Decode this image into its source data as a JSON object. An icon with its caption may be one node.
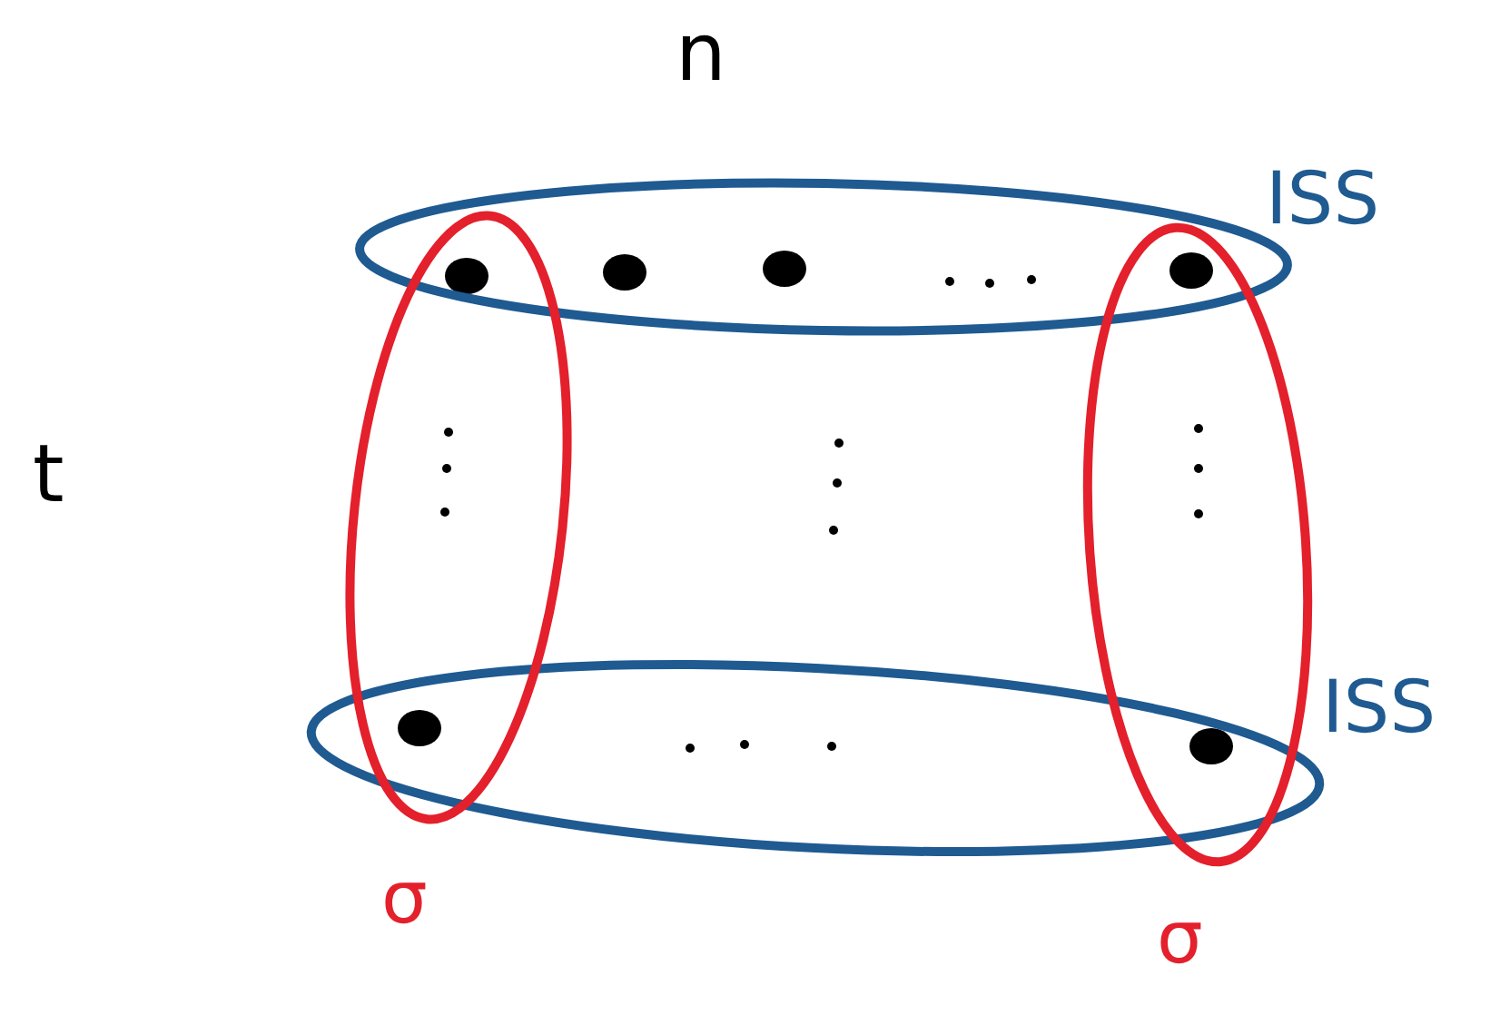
{
  "diagram": {
    "nodes": [
      {
        "text": [
          "ISS"
        ]
      },
      {
        "text": [
          "ISS"
        ]
      },
      {
        "text": [
          "σ"
        ]
      },
      {
        "text": [
          "σ"
        ]
      }
    ],
    "labels": [
      "n",
      "t"
    ]
  }
}
